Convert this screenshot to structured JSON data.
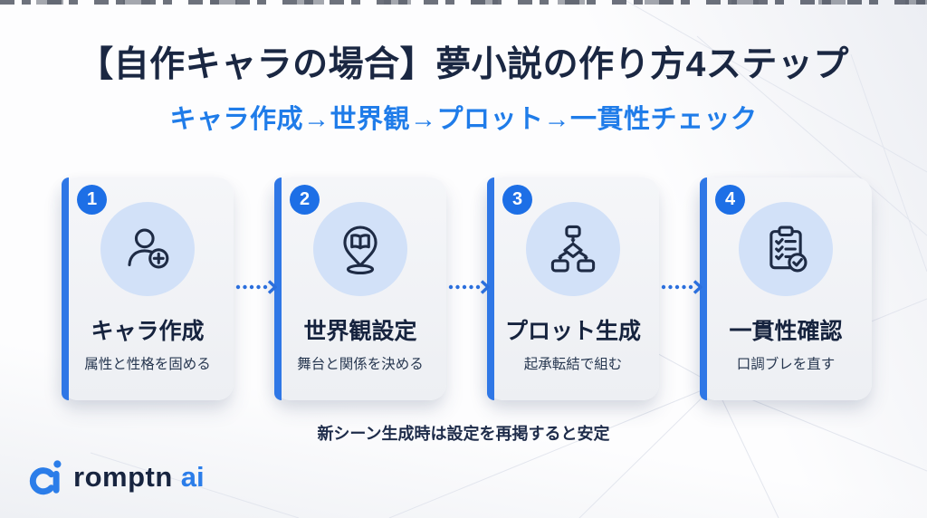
{
  "page": {
    "title": "【自作キャラの場合】夢小説の作り方4ステップ",
    "subtitle": "キャラ作成→世界観→プロット→一貫性チェック",
    "note": "新シーン生成時は設定を再掲すると安定"
  },
  "steps": [
    {
      "number": "1",
      "title": "キャラ作成",
      "description": "属性と性格を固める",
      "icon": "user-plus-icon"
    },
    {
      "number": "2",
      "title": "世界観設定",
      "description": "舞台と関係を決める",
      "icon": "map-pin-book-icon"
    },
    {
      "number": "3",
      "title": "プロット生成",
      "description": "起承転結で組む",
      "icon": "flowchart-icon"
    },
    {
      "number": "4",
      "title": "一貫性確認",
      "description": "口調ブレを直す",
      "icon": "clipboard-check-icon"
    }
  ],
  "logo": {
    "brand": "romptn",
    "suffix": "ai"
  },
  "colors": {
    "accent_blue": "#2f77e6",
    "badge_blue": "#1d6fe6",
    "subtitle_blue": "#1f7ce9",
    "title_navy": "#1a2742",
    "card_bg": "#f0f1f4",
    "icon_circle_bg": "#d2e1f8",
    "icon_stroke": "#1e2b45",
    "arrow_blue": "#2b6fdd"
  }
}
